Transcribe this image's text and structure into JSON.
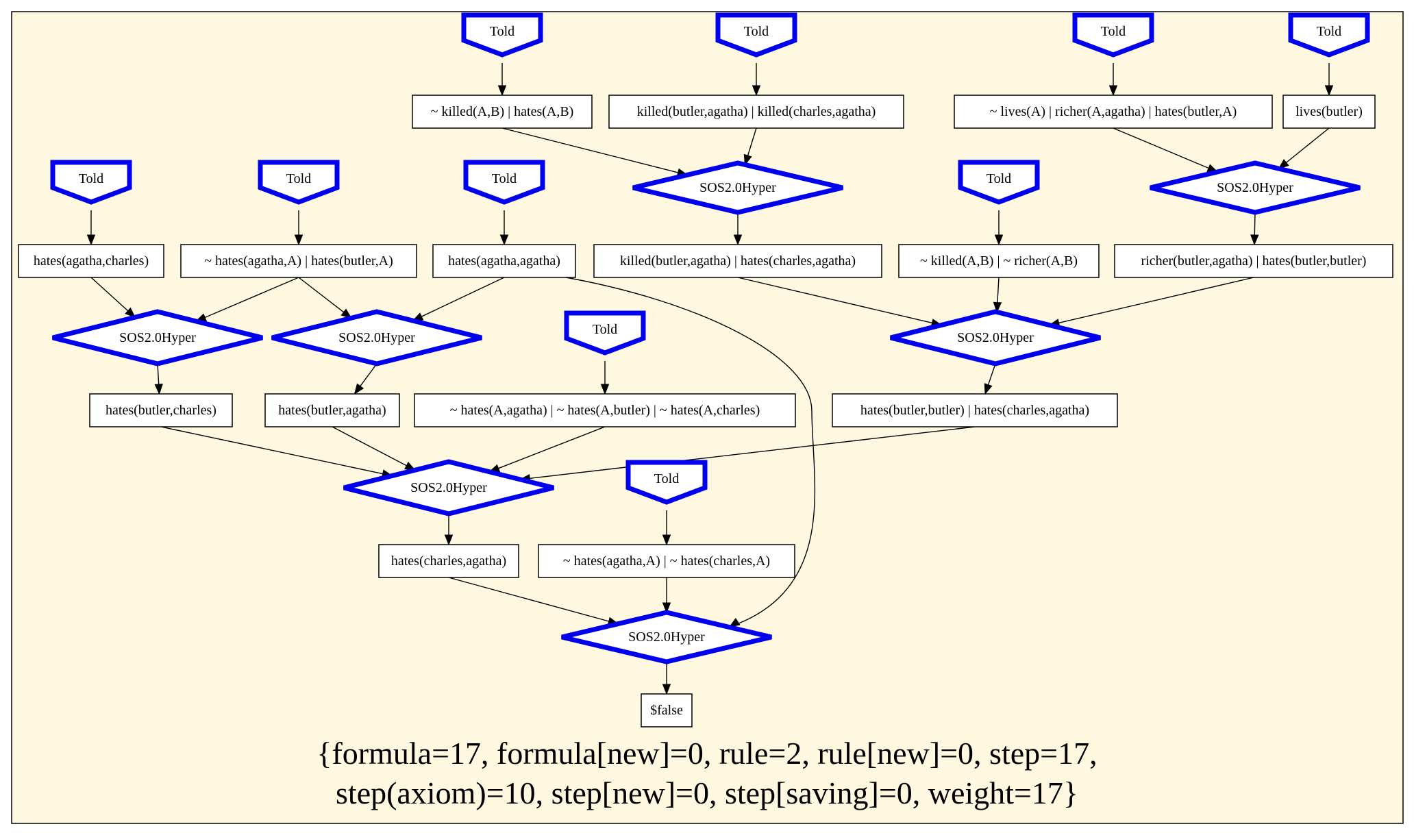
{
  "diagram": {
    "told_label": "Told",
    "inference_label": "SOS2.0Hyper",
    "colors": {
      "background": "#fff8e0",
      "node_stroke": "#0000ee",
      "edge": "#000000"
    },
    "nodes": [
      {
        "id": "t1",
        "kind": "told"
      },
      {
        "id": "t2",
        "kind": "told"
      },
      {
        "id": "t3",
        "kind": "told"
      },
      {
        "id": "t4",
        "kind": "told"
      },
      {
        "id": "t5",
        "kind": "told"
      },
      {
        "id": "t6",
        "kind": "told"
      },
      {
        "id": "t7",
        "kind": "told"
      },
      {
        "id": "t8",
        "kind": "told"
      },
      {
        "id": "t9",
        "kind": "told"
      },
      {
        "id": "t10",
        "kind": "told"
      },
      {
        "id": "c1",
        "kind": "clause",
        "label": "~ killed(A,B)  | hates(A,B)"
      },
      {
        "id": "c2",
        "kind": "clause",
        "label": "killed(butler,agatha)  | killed(charles,agatha)"
      },
      {
        "id": "c3",
        "kind": "clause",
        "label": "~ lives(A)  | richer(A,agatha)  | hates(butler,A)"
      },
      {
        "id": "c4",
        "kind": "clause",
        "label": "lives(butler)"
      },
      {
        "id": "c5",
        "kind": "clause",
        "label": "hates(agatha,charles)"
      },
      {
        "id": "c6",
        "kind": "clause",
        "label": "~ hates(agatha,A)  | hates(butler,A)"
      },
      {
        "id": "c7",
        "kind": "clause",
        "label": "hates(agatha,agatha)"
      },
      {
        "id": "c8",
        "kind": "clause",
        "label": "killed(butler,agatha)  | hates(charles,agatha)"
      },
      {
        "id": "c9",
        "kind": "clause",
        "label": "~ killed(A,B)  | ~ richer(A,B)"
      },
      {
        "id": "c10",
        "kind": "clause",
        "label": "richer(butler,agatha)  | hates(butler,butler)"
      },
      {
        "id": "c11",
        "kind": "clause",
        "label": "hates(butler,charles)"
      },
      {
        "id": "c12",
        "kind": "clause",
        "label": "hates(butler,agatha)"
      },
      {
        "id": "c13",
        "kind": "clause",
        "label": "~ hates(A,agatha)  | ~ hates(A,butler)  | ~ hates(A,charles)"
      },
      {
        "id": "c14",
        "kind": "clause",
        "label": "hates(butler,butler)  | hates(charles,agatha)"
      },
      {
        "id": "c15",
        "kind": "clause",
        "label": "hates(charles,agatha)"
      },
      {
        "id": "c16",
        "kind": "clause",
        "label": "~ hates(agatha,A)  | ~ hates(charles,A)"
      },
      {
        "id": "c17",
        "kind": "clause",
        "label": "$false"
      },
      {
        "id": "i1",
        "kind": "inference"
      },
      {
        "id": "i2",
        "kind": "inference"
      },
      {
        "id": "i3",
        "kind": "inference"
      },
      {
        "id": "i4",
        "kind": "inference"
      },
      {
        "id": "i5",
        "kind": "inference"
      },
      {
        "id": "i6",
        "kind": "inference"
      },
      {
        "id": "i7",
        "kind": "inference"
      }
    ],
    "edges": [
      [
        "t1",
        "c1"
      ],
      [
        "t2",
        "c2"
      ],
      [
        "t3",
        "c3"
      ],
      [
        "t4",
        "c4"
      ],
      [
        "c1",
        "i1"
      ],
      [
        "c2",
        "i1"
      ],
      [
        "c3",
        "i2"
      ],
      [
        "c4",
        "i2"
      ],
      [
        "t5",
        "c5"
      ],
      [
        "t6",
        "c6"
      ],
      [
        "t7",
        "c7"
      ],
      [
        "i1",
        "c8"
      ],
      [
        "t8",
        "c9"
      ],
      [
        "i2",
        "c10"
      ],
      [
        "c5",
        "i3"
      ],
      [
        "c6",
        "i3"
      ],
      [
        "c6",
        "i4"
      ],
      [
        "c7",
        "i4"
      ],
      [
        "c8",
        "i5"
      ],
      [
        "c9",
        "i5"
      ],
      [
        "c10",
        "i5"
      ],
      [
        "i3",
        "c11"
      ],
      [
        "i4",
        "c12"
      ],
      [
        "t9",
        "c13"
      ],
      [
        "i5",
        "c14"
      ],
      [
        "c11",
        "i6"
      ],
      [
        "c12",
        "i6"
      ],
      [
        "c13",
        "i6"
      ],
      [
        "c14",
        "i6"
      ],
      [
        "i6",
        "c15"
      ],
      [
        "t10",
        "c16"
      ],
      [
        "c15",
        "i7"
      ],
      [
        "c16",
        "i7"
      ],
      [
        "c7",
        "i7"
      ],
      [
        "i7",
        "c17"
      ]
    ]
  },
  "caption": {
    "line1": "{formula=17, formula[new]=0, rule=2, rule[new]=0, step=17,",
    "line2": "step(axiom)=10, step[new]=0, step[saving]=0, weight=17}"
  }
}
